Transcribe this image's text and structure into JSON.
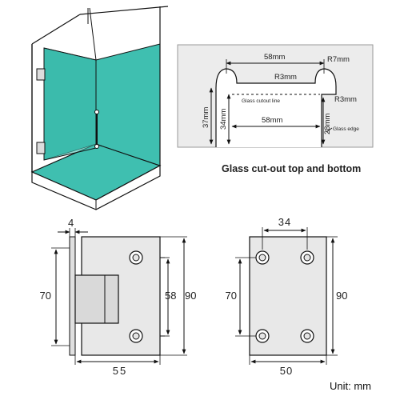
{
  "colors": {
    "glass": "#3fbfb0",
    "glass_dark": "#2aa596",
    "panel_bg": "#ececec",
    "hinge_fill": "#e6e6e6",
    "hinge_inner": "#cfcfcf",
    "line": "#111111"
  },
  "cutout_panel": {
    "top_width": "58mm",
    "r7": "R7mm",
    "r3_top": "R3mm",
    "r3_right": "R3mm",
    "cutout_line_label": "Glass cutout line",
    "height_37": "37mm",
    "height_34": "34mm",
    "bottom_width": "58mm",
    "height_28": "28mm",
    "glass_edge_label": "Glass edge"
  },
  "caption": "Glass cut-out top and bottom",
  "hinge_side": {
    "dim_top": "4",
    "dim_left": "70",
    "dim_right_inner": "58",
    "dim_right_outer": "90",
    "dim_bottom": "55"
  },
  "hinge_plate": {
    "dim_top": "34",
    "dim_left": "70",
    "dim_right": "90",
    "dim_bottom": "50"
  },
  "unit_label": "Unit: mm"
}
